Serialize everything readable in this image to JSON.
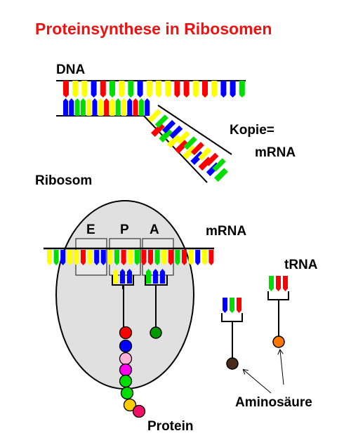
{
  "title": "Proteinsynthese in Ribosomen",
  "labels": {
    "dna": "DNA",
    "kopie": "Kopie=",
    "mrna_copy": "mRNA",
    "ribosom": "Ribosom",
    "site_e": "E",
    "site_p": "P",
    "site_a": "A",
    "mrna": "mRNA",
    "trna": "tRNA",
    "aminosaeure": "Aminosäure",
    "protein": "Protein"
  },
  "colors": {
    "title": "#ee1111",
    "red": "#ff0000",
    "yellow": "#ffff00",
    "blue": "#0000ff",
    "green": "#00dd00",
    "ribosome_fill": "#e0e0e0",
    "protein_beads": [
      "#ff0000",
      "#0000ff",
      "#ffb0d8",
      "#ff00ee",
      "#00dd00",
      "#00dd00",
      "#ffcc00",
      "#ee1166"
    ],
    "aminoacid_p_site": "#009900",
    "aminoacid_trna_1": "#4a2a1a",
    "aminoacid_trna_2": "#ff7700"
  },
  "sequences": {
    "dna_top": [
      "red",
      "yellow",
      "yellow",
      "blue",
      "red",
      "green",
      "yellow",
      "green",
      "blue",
      "yellow",
      "yellow",
      "yellow",
      "red",
      "red",
      "yellow",
      "red",
      "yellow",
      "blue",
      "blue",
      "green"
    ],
    "dna_bottom_left": [
      "blue",
      "blue",
      "green",
      "green",
      "yellow",
      "blue",
      "yellow",
      "red",
      "yellow",
      "green",
      "yellow",
      "blue",
      "red",
      "green",
      "blue"
    ],
    "copy_top": [
      "red",
      "green",
      "yellow",
      "red",
      "yellow",
      "blue",
      "red",
      "blue",
      "green"
    ],
    "copy_bottom": [
      "yellow",
      "green",
      "blue",
      "blue",
      "yellow",
      "green",
      "red",
      "yellow",
      "red",
      "green"
    ],
    "mrna_bases": [
      "yellow",
      "green",
      "blue",
      "yellow",
      "yellow",
      "red",
      "yellow",
      "blue",
      "blue",
      "yellow",
      "green",
      "red",
      "yellow",
      "green",
      "red",
      "red",
      "green",
      "yellow",
      "red",
      "green",
      "red",
      "yellow",
      "blue",
      "yellow",
      "red"
    ],
    "p_site_anticodon": [
      "yellow",
      "blue",
      "blue"
    ],
    "a_site_anticodon": [
      "green",
      "blue",
      "blue"
    ],
    "free_trna_1": [
      "blue",
      "green",
      "red"
    ],
    "free_trna_2": [
      "green",
      "red",
      "red"
    ]
  }
}
